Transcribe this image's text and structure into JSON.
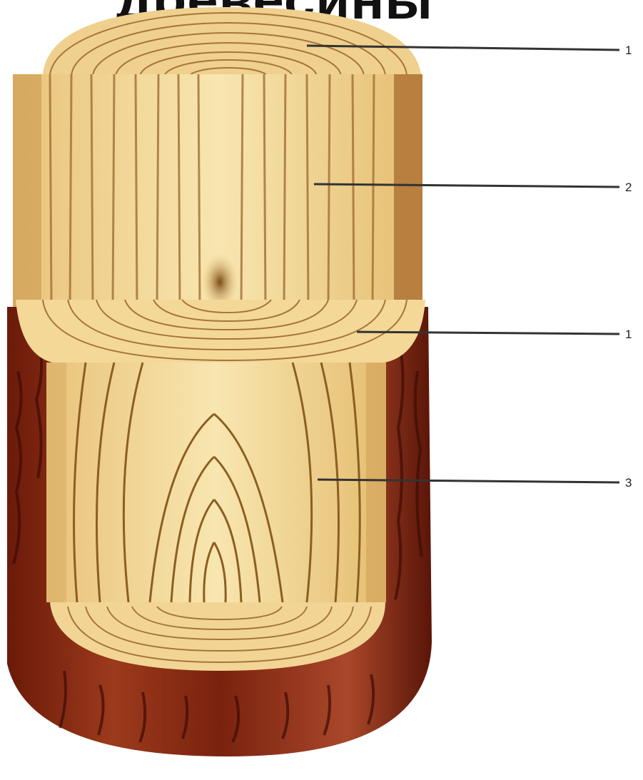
{
  "title": "древесины",
  "labels": [
    {
      "id": "transverse-top",
      "text": "1"
    },
    {
      "id": "radial",
      "text": "2"
    },
    {
      "id": "transverse-middle",
      "text": "1"
    },
    {
      "id": "tangential",
      "text": "3"
    }
  ],
  "colors": {
    "wood_light": "#f7e3a6",
    "wood_mid": "#ecc877",
    "wood_dark": "#b98a3c",
    "ring_line": "#9a6a2a",
    "bark": "#8a2a14",
    "bark_dark": "#4a0f06"
  }
}
